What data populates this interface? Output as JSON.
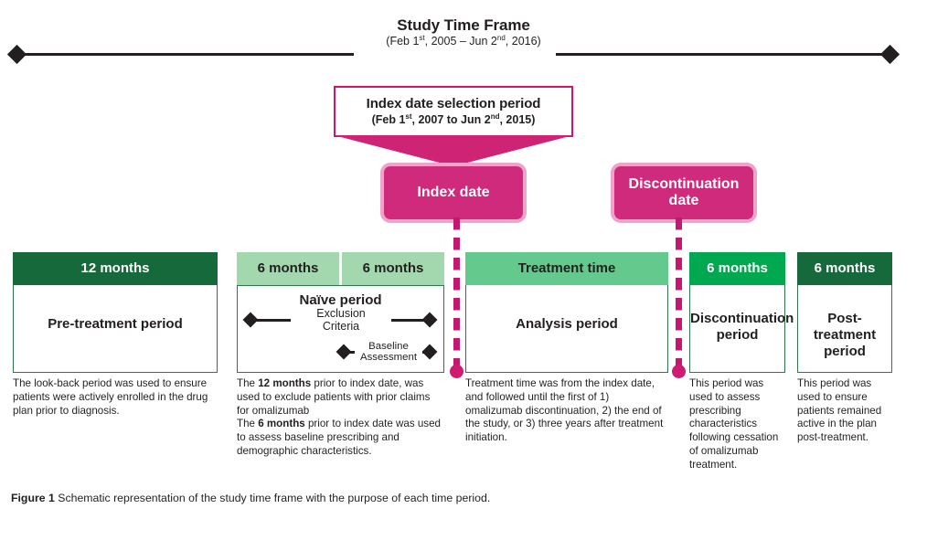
{
  "study_bar": {
    "title": "Study Time Frame",
    "dates_prefix": "(Feb 1",
    "dates_sup1": "st",
    "dates_mid": ", 2005 – Jun 2",
    "dates_sup2": "nd",
    "dates_suffix": ", 2016)",
    "dates_plain": "(Feb 1st, 2005 – Jun 2nd, 2016)"
  },
  "index_selection": {
    "title": "Index date selection period",
    "dates_prefix": "(Feb 1",
    "dates_sup1": "st",
    "dates_mid": ", 2007 to Jun 2",
    "dates_sup2": "nd",
    "dates_suffix": ", 2015)",
    "dates_plain": "(Feb 1st, 2007 to Jun 2nd, 2015)"
  },
  "date_boxes": {
    "index_date": "Index date",
    "discontinuation_date": "Discontinuation date"
  },
  "panels": [
    {
      "header": "12 months",
      "header_style": "dark",
      "title": "Pre-treatment period",
      "caption": "The look-back period was used to ensure patients were actively enrolled in the drug plan prior to diagnosis."
    },
    {
      "header_left": "6 months",
      "header_right": "6 months",
      "header_style": "light",
      "title": "Naïve period",
      "arrow1_label_line1": "Exclusion",
      "arrow1_label_line2": "Criteria",
      "arrow2_label_line1": "Baseline",
      "arrow2_label_line2": "Assessment",
      "caption_line1_a": "The ",
      "caption_line1_b": "12 months",
      "caption_line1_c": " prior to index date, was used to exclude patients with prior claims for omalizumab",
      "caption_line2_a": "The ",
      "caption_line2_b": "6 months",
      "caption_line2_c": " prior to index date was used to assess baseline prescribing and demographic characteristics."
    },
    {
      "header": "Treatment time",
      "header_style": "mid",
      "title": "Analysis period",
      "caption": "Treatment time was from the index date, and followed until the first of 1) omalizumab discontinuation, 2) the end of the study, or 3) three years after treatment initiation."
    },
    {
      "header": "6 months",
      "header_style": "bright",
      "title": "Discontinuation period",
      "caption": "This period was used to assess prescribing characteristics following cessation of omalizumab treatment."
    },
    {
      "header": "6 months",
      "header_style": "dark",
      "title": "Post-treatment period",
      "caption": "This period was used to ensure patients remained active in the plan post-treatment."
    }
  ],
  "figure_caption": {
    "label": "Figure 1",
    "text": " Schematic representation of the study time frame with the purpose of each time period."
  },
  "colors": {
    "dark_green": "#16693a",
    "light_green": "#a3d8ae",
    "mid_green": "#63c98c",
    "bright_green": "#00a84f",
    "magenta": "#cf2a7c",
    "magenta_border": "#d6136c",
    "black": "#231f20"
  }
}
